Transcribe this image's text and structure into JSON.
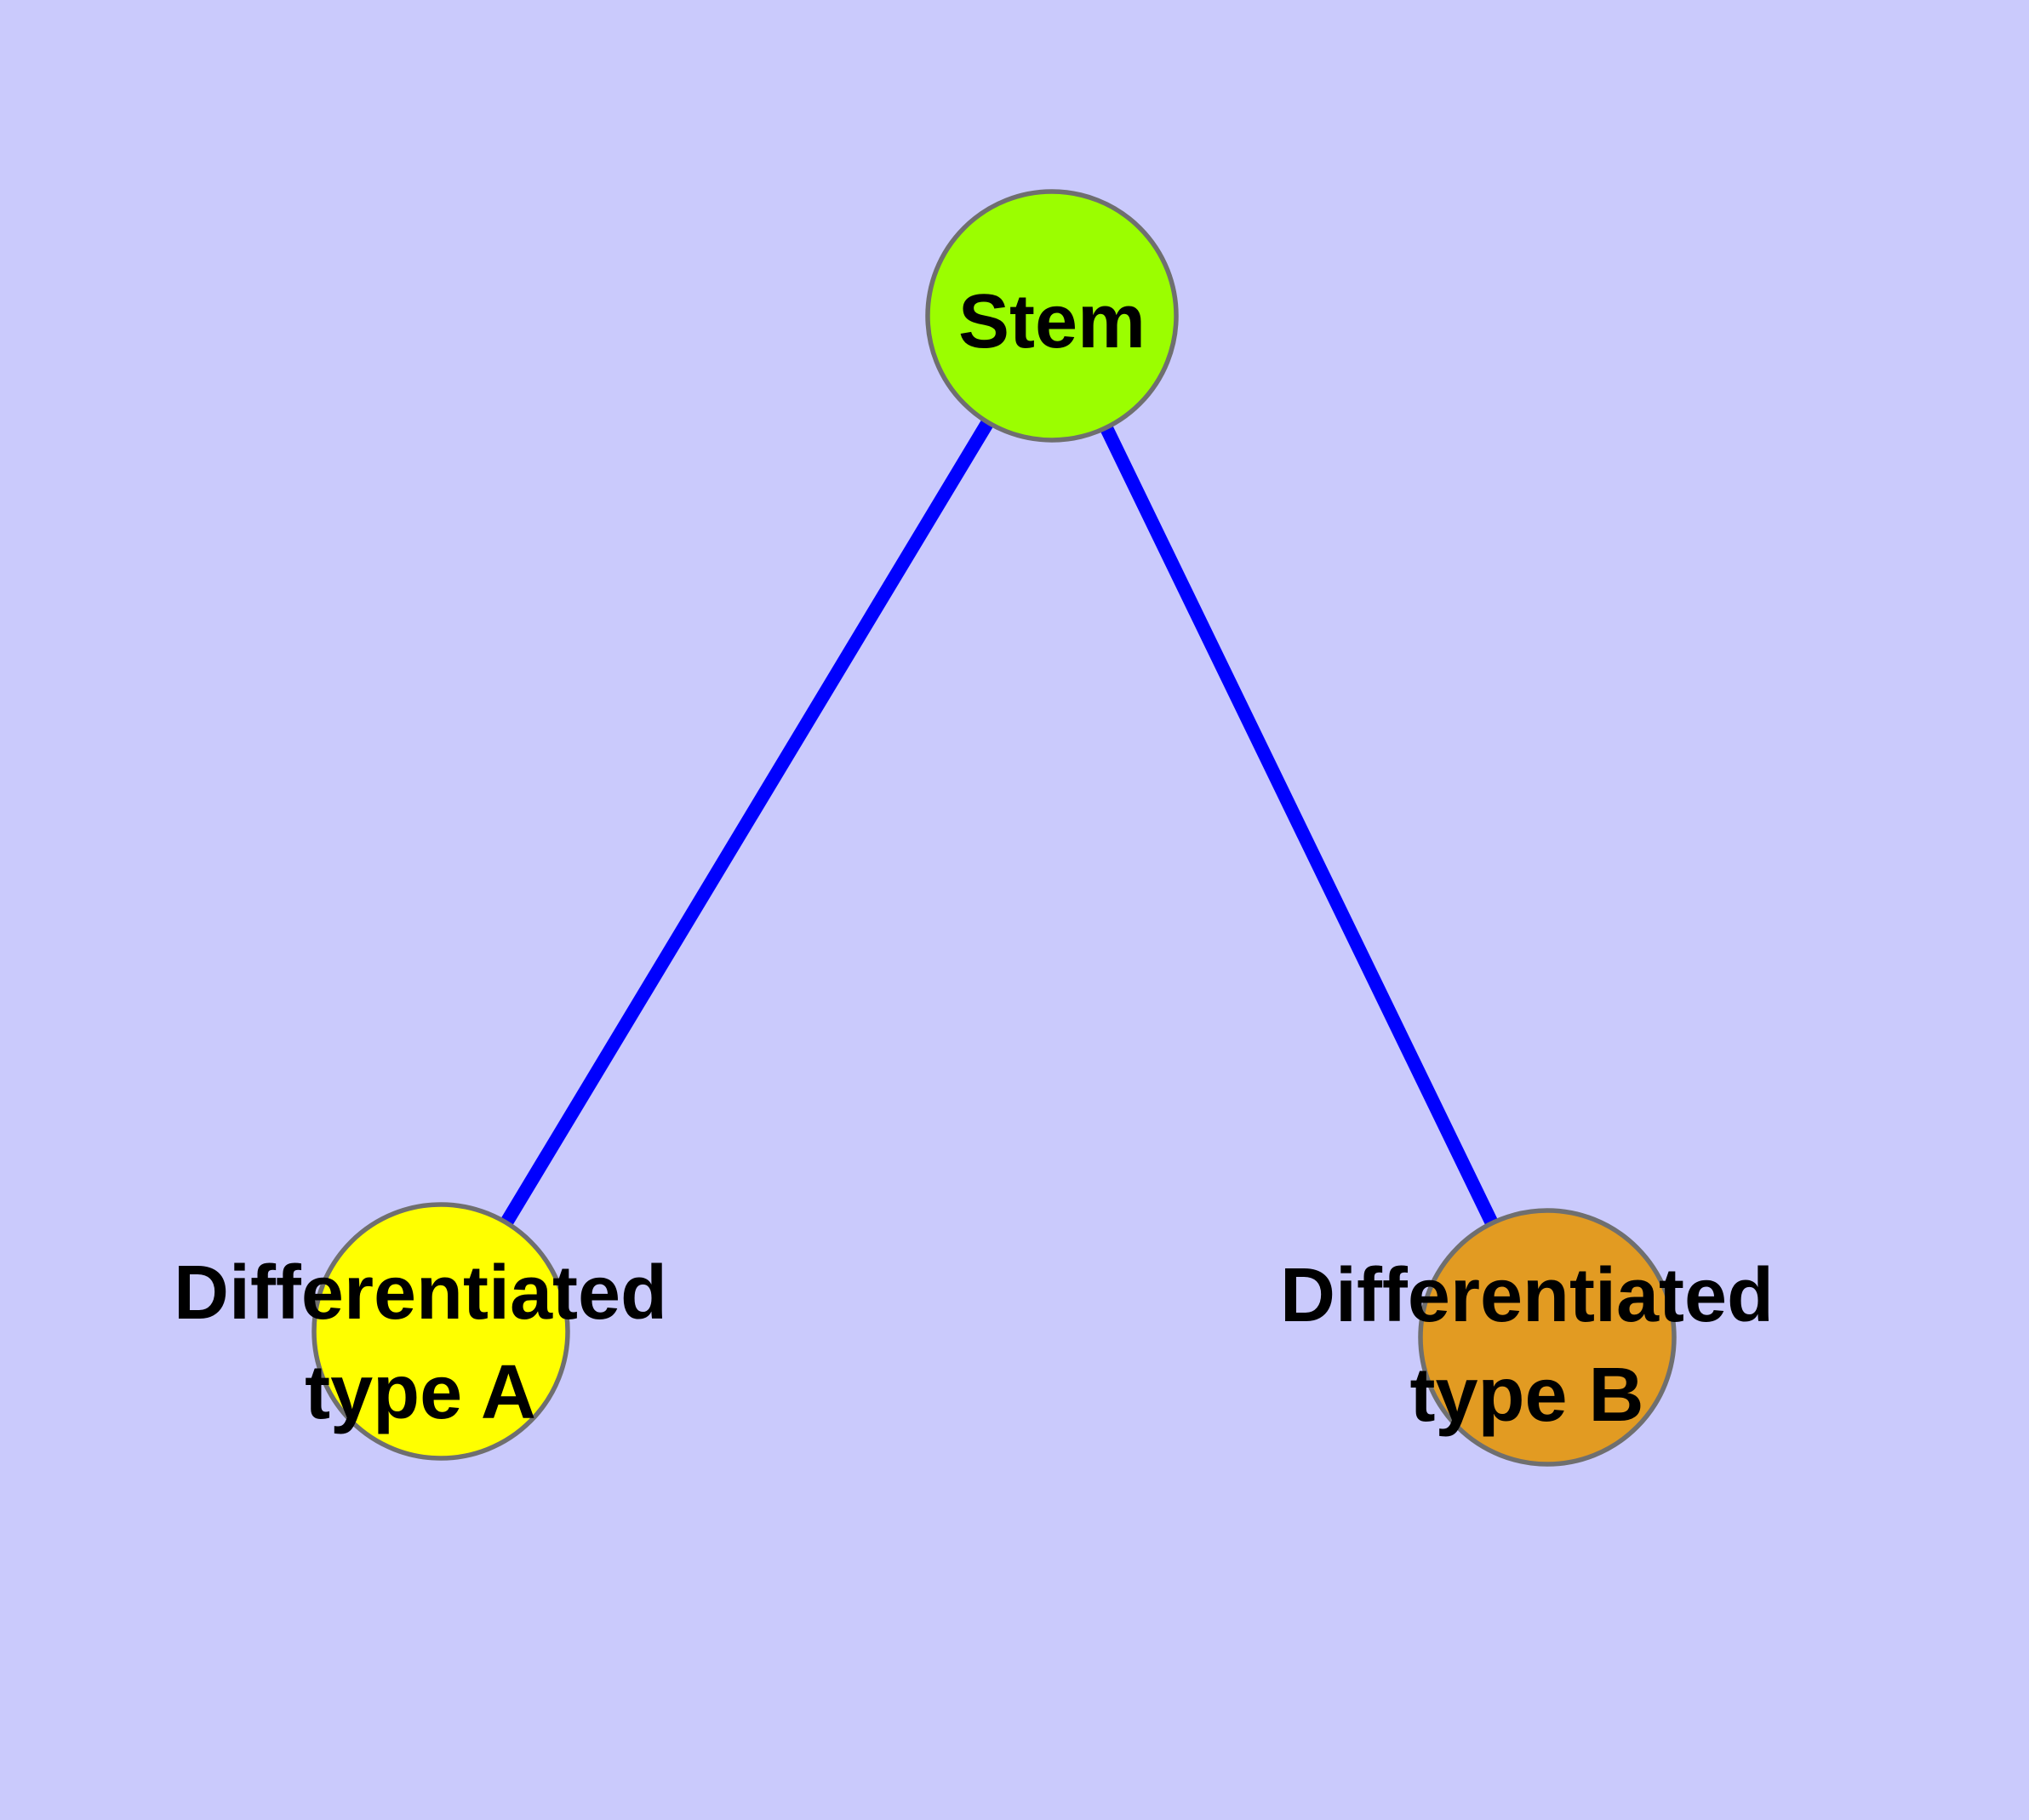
{
  "diagram": {
    "background_color": "#CACAFC",
    "edge_color": "#0000FE",
    "node_border_color": "#6F6F6F",
    "label_color": "#000000",
    "nodes": {
      "stem": {
        "label": "Stem",
        "color": "#9BFE00"
      },
      "type_a": {
        "label": "Differentiated type A",
        "line1": "Differentiated",
        "line2": "type A",
        "color": "#FFFF00"
      },
      "type_b": {
        "label": "Differentiated type B",
        "line1": "Differentiated",
        "line2": "type B",
        "color": "#E29B22"
      }
    },
    "edges": [
      {
        "from": "Stem",
        "to": "Differentiated type A"
      },
      {
        "from": "Stem",
        "to": "Differentiated type B"
      }
    ]
  }
}
